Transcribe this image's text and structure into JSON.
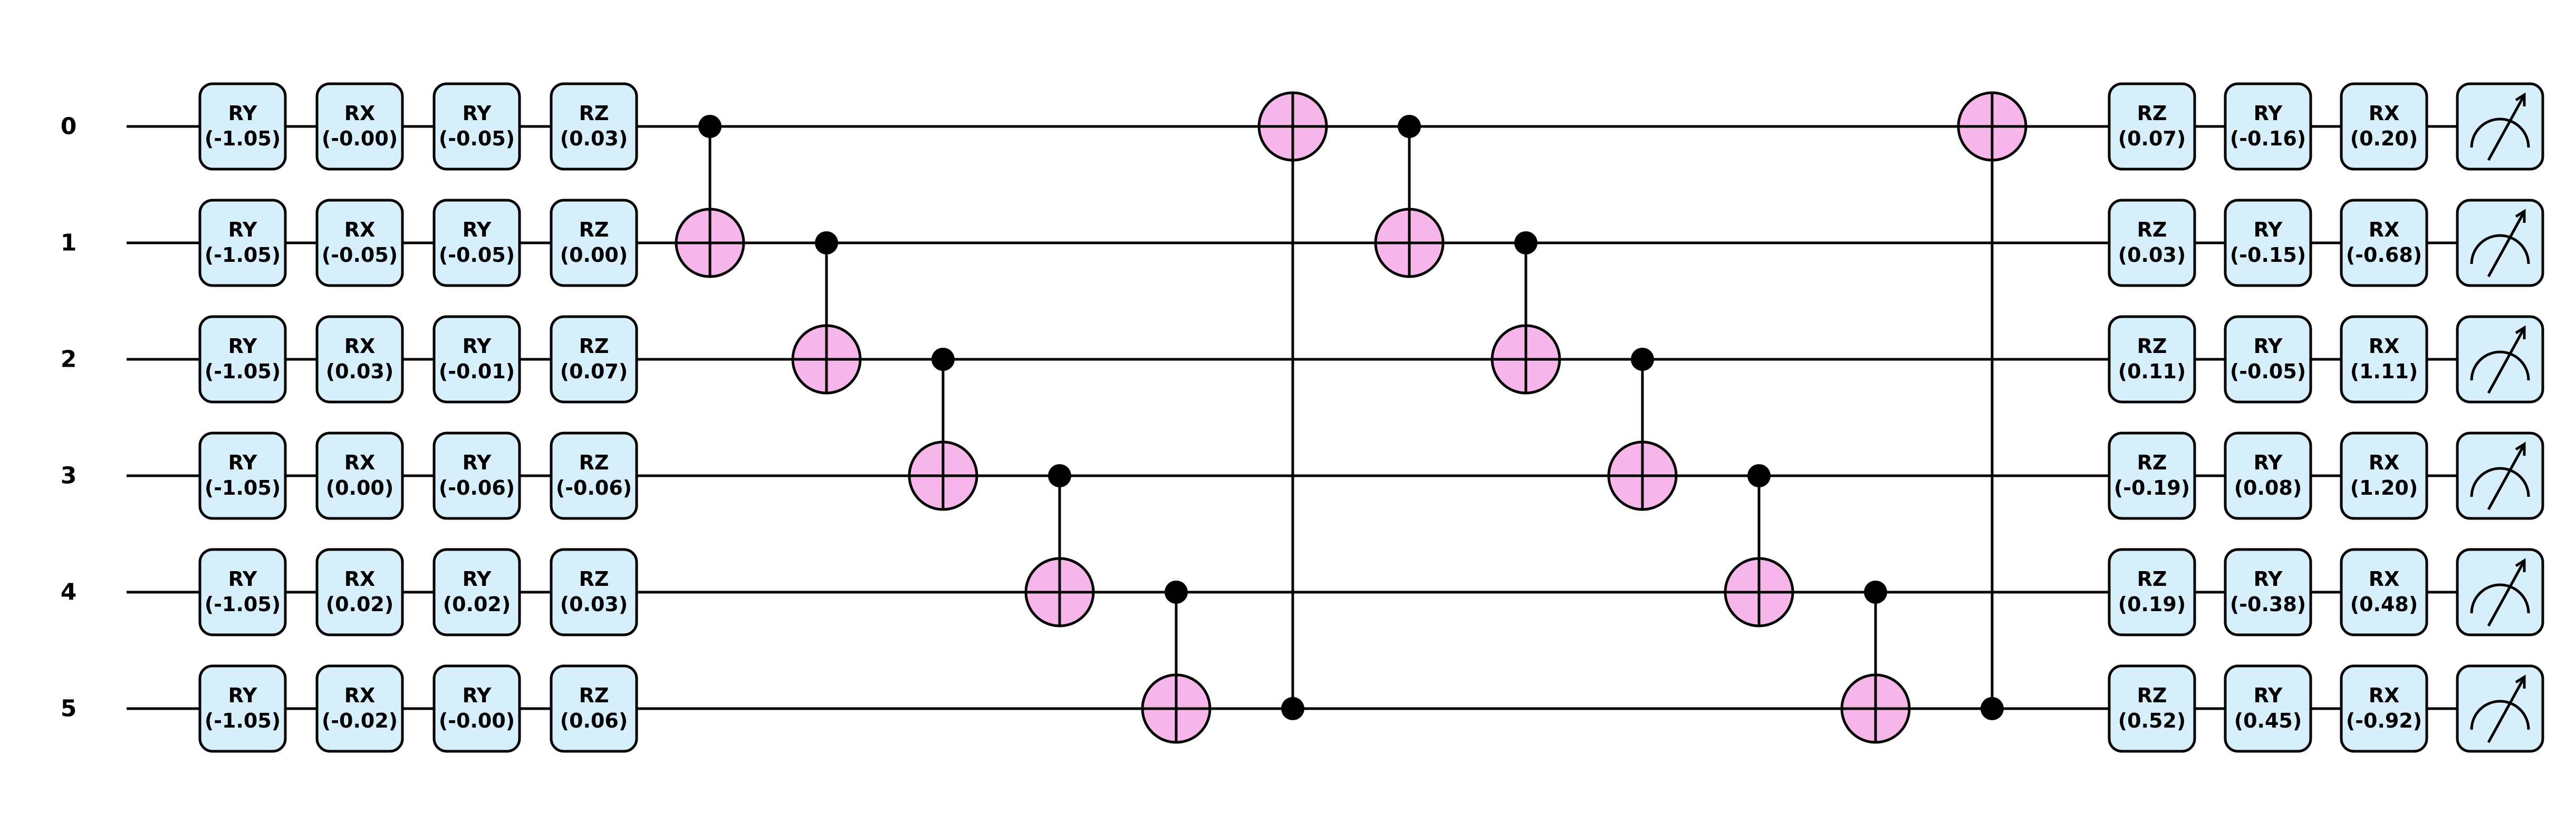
{
  "colors": {
    "gate_fill": "#d6effb",
    "target_fill": "#f7b6ea",
    "wire": "#000000",
    "background": "#ffffff"
  },
  "qubits": [
    "0",
    "1",
    "2",
    "3",
    "4",
    "5"
  ],
  "pre_layers": [
    {
      "label": "RY",
      "params": [
        "(-1.05)",
        "(-1.05)",
        "(-1.05)",
        "(-1.05)",
        "(-1.05)",
        "(-1.05)"
      ]
    },
    {
      "label": "RX",
      "params": [
        "(-0.00)",
        "(-0.05)",
        "(0.03)",
        "(0.00)",
        "(0.02)",
        "(-0.02)"
      ]
    },
    {
      "label": "RY",
      "params": [
        "(-0.05)",
        "(-0.05)",
        "(-0.01)",
        "(-0.06)",
        "(0.02)",
        "(-0.00)"
      ]
    },
    {
      "label": "RZ",
      "params": [
        "(0.03)",
        "(0.00)",
        "(0.07)",
        "(-0.06)",
        "(0.03)",
        "(0.06)"
      ]
    }
  ],
  "cnots": [
    {
      "control": 0,
      "target": 1
    },
    {
      "control": 1,
      "target": 2
    },
    {
      "control": 2,
      "target": 3
    },
    {
      "control": 3,
      "target": 4
    },
    {
      "control": 4,
      "target": 5
    },
    {
      "control": 5,
      "target": 0
    },
    {
      "control": 0,
      "target": 1
    },
    {
      "control": 1,
      "target": 2
    },
    {
      "control": 2,
      "target": 3
    },
    {
      "control": 3,
      "target": 4
    },
    {
      "control": 4,
      "target": 5
    },
    {
      "control": 5,
      "target": 0
    }
  ],
  "post_layers": [
    {
      "label": "RZ",
      "params": [
        "(0.07)",
        "(0.03)",
        "(0.11)",
        "(-0.19)",
        "(0.19)",
        "(0.52)"
      ]
    },
    {
      "label": "RY",
      "params": [
        "(-0.16)",
        "(-0.15)",
        "(-0.05)",
        "(0.08)",
        "(-0.38)",
        "(0.45)"
      ]
    },
    {
      "label": "RX",
      "params": [
        "(0.20)",
        "(-0.68)",
        "(1.11)",
        "(1.20)",
        "(0.48)",
        "(-0.92)"
      ]
    }
  ],
  "measurement_icon": "meter-icon"
}
